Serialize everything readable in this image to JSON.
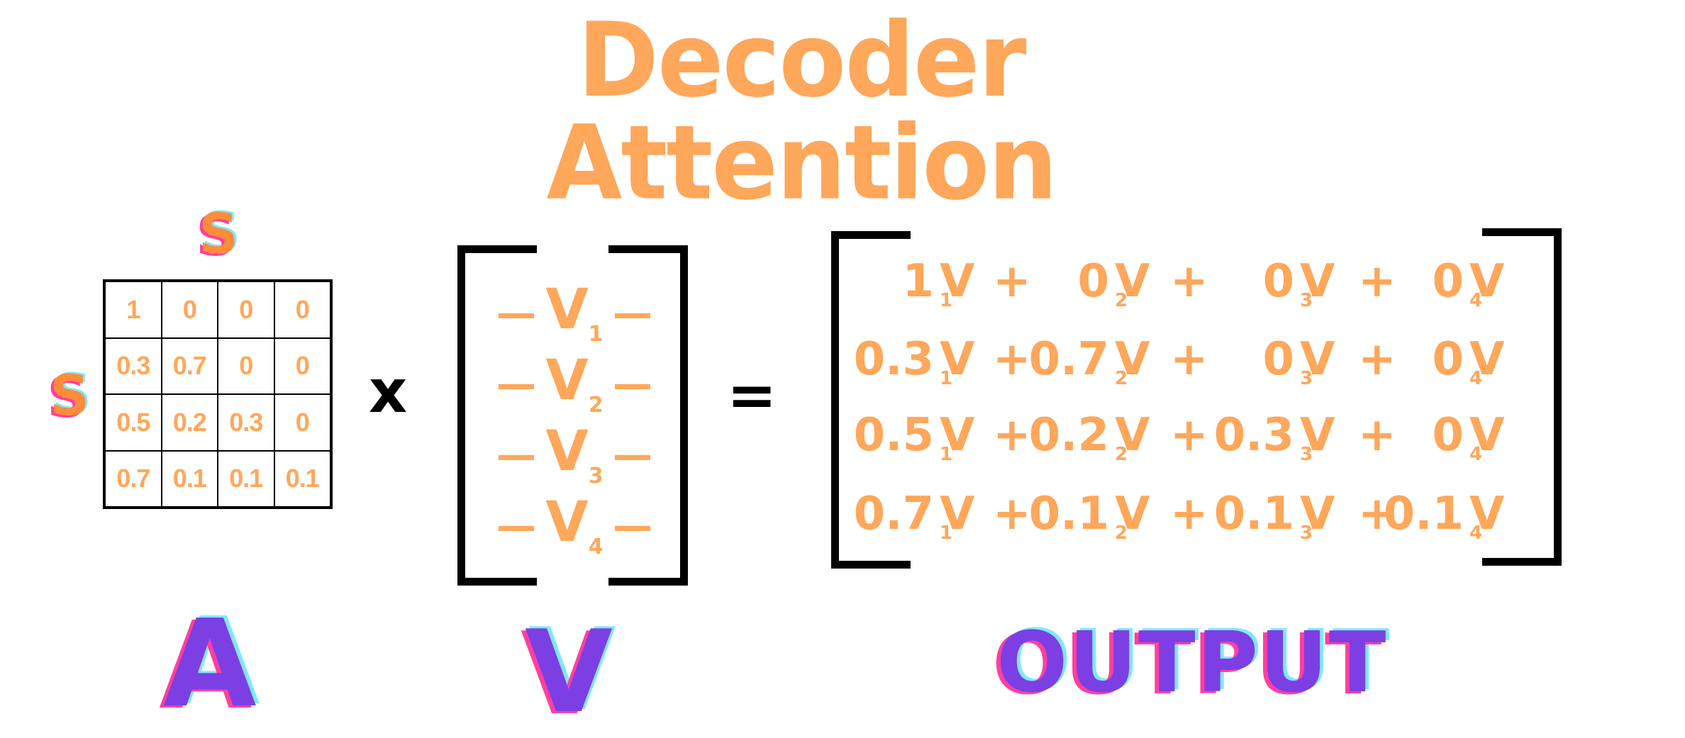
{
  "title": "Decoder Attention",
  "dimension_label_top": "S",
  "dimension_label_left": "S",
  "matrix_a": [
    [
      "1",
      "0",
      "0",
      "0"
    ],
    [
      "0.3",
      "0.7",
      "0",
      "0"
    ],
    [
      "0.5",
      "0.2",
      "0.3",
      "0"
    ],
    [
      "0.7",
      "0.1",
      "0.1",
      "0.1"
    ]
  ],
  "times_symbol": "x",
  "equals_symbol": "=",
  "v_rows": [
    {
      "dash": "—",
      "name": "V",
      "sub": "1"
    },
    {
      "dash": "—",
      "name": "V",
      "sub": "2"
    },
    {
      "dash": "—",
      "name": "V",
      "sub": "3"
    },
    {
      "dash": "—",
      "name": "V",
      "sub": "4"
    }
  ],
  "output_rows": [
    {
      "w": [
        "1",
        "0",
        "0",
        "0"
      ]
    },
    {
      "w": [
        "0.3",
        "0.7",
        "0",
        "0"
      ]
    },
    {
      "w": [
        "0.5",
        "0.2",
        "0.3",
        "0"
      ]
    },
    {
      "w": [
        "0.7",
        "0.1",
        "0.1",
        "0.1"
      ]
    }
  ],
  "output_term_v": "V",
  "plus_symbol": "+",
  "label_a": "A",
  "label_v": "V",
  "label_output": "OUTPUT"
}
